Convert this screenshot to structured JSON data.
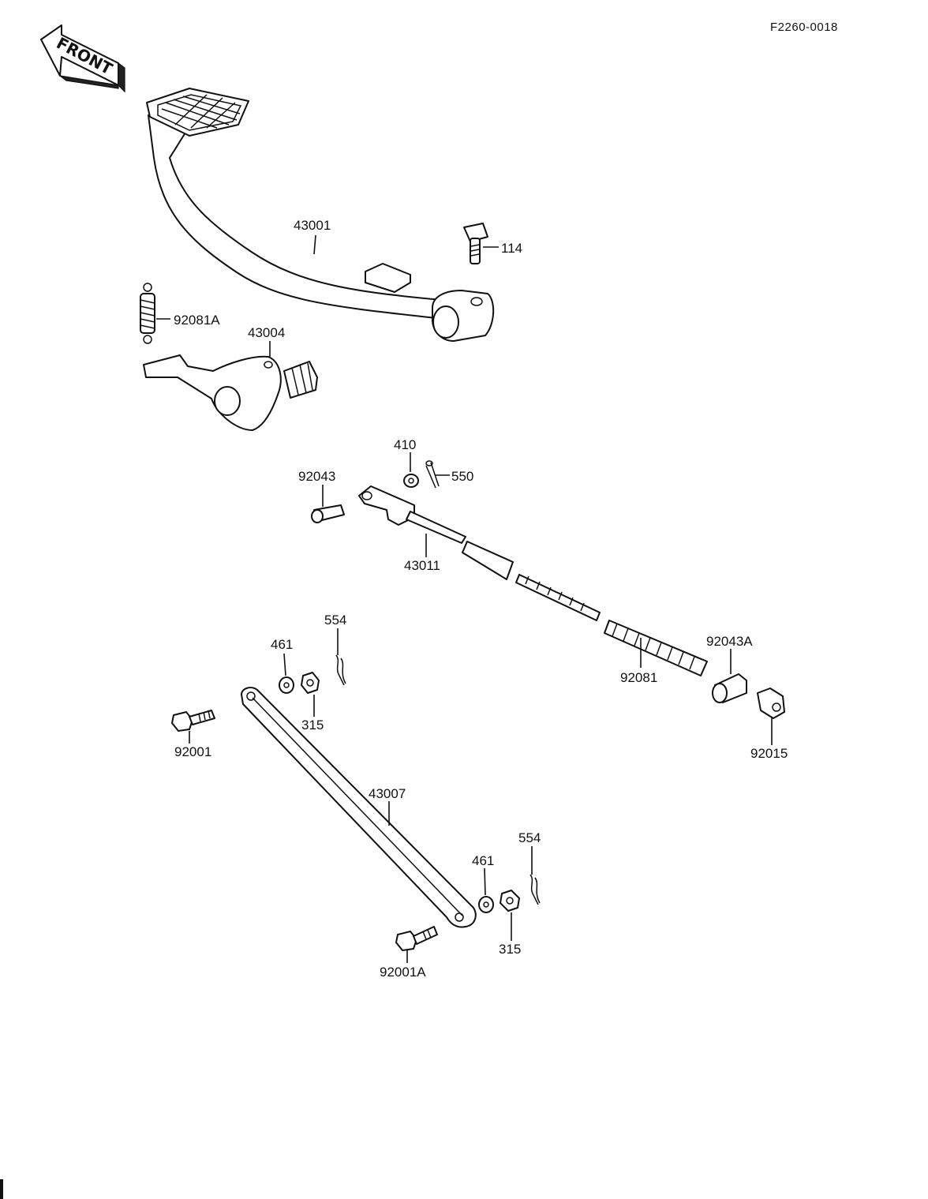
{
  "document_id": "F2260-0018",
  "front_label": "FRONT",
  "part_labels": {
    "p43001": "43001",
    "p114": "114",
    "p92081A": "92081A",
    "p43004": "43004",
    "p410": "410",
    "p550": "550",
    "p92043": "92043",
    "p43011": "43011",
    "p554_top": "554",
    "p461_top": "461",
    "p315_top": "315",
    "p92043A": "92043A",
    "p92081": "92081",
    "p92001": "92001",
    "p92015": "92015",
    "p43007": "43007",
    "p554_bottom": "554",
    "p461_bottom": "461",
    "p315_bottom": "315",
    "p92001A": "92001A"
  },
  "colors": {
    "ink": "#111111",
    "paper": "#ffffff"
  }
}
